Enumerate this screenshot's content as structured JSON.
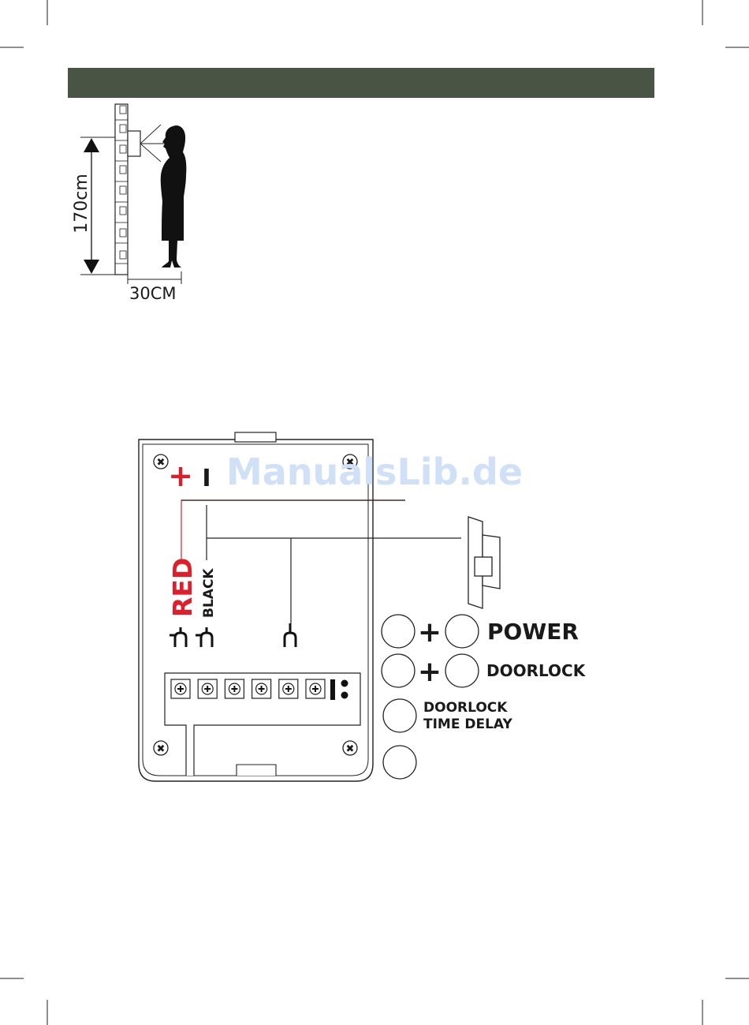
{
  "colors": {
    "header_bar": "#4a5444",
    "wire_red": "#e01e2b",
    "ink": "#1a1a1a",
    "watermark": "#cfe0f7"
  },
  "watermark": "ManualsLib.de",
  "height_figure": {
    "height_label": "170cm",
    "distance_label": "30CM"
  },
  "wiring": {
    "terminal_plus": "+",
    "terminal_minus": "I",
    "wire_red_label": "RED",
    "wire_black_label": "BLACK"
  },
  "legend": [
    {
      "symbol": "+",
      "label": "POWER"
    },
    {
      "symbol": "+",
      "label": "DOORLOCK"
    },
    {
      "symbol": "",
      "label_line1": "DOORLOCK",
      "label_line2": "TIME DELAY"
    },
    {
      "symbol": "",
      "label": ""
    }
  ]
}
